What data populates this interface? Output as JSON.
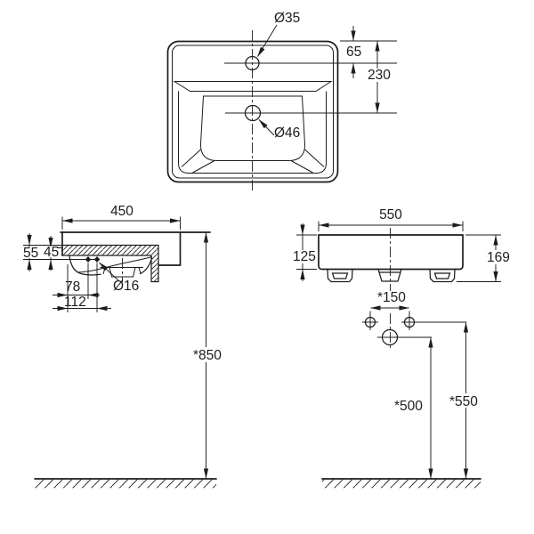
{
  "drawing": {
    "title": "wall-hung washbasin installation dimension drawing",
    "colors": {
      "line": "#1c1c1c",
      "background": "#ffffff"
    },
    "top_view": {
      "faucet_hole_label": "Ø35",
      "drain_hole_label": "Ø46",
      "faucet_offset_from_back": "65",
      "drain_offset_from_back": "230"
    },
    "side_view": {
      "depth": "450",
      "rim_to_fixing_upper": "55",
      "rim_to_fixing_lower": "45",
      "fixing_offset_a": "78",
      "fixing_offset_b": "112",
      "fixing_hole_label": "Ø16",
      "rim_height_above_floor": "*850"
    },
    "front_view": {
      "width": "550",
      "body_height": "125",
      "overall_height": "169",
      "bolt_spacing": "*150",
      "drain_outlet_height": "*500",
      "bolt_height": "*550"
    }
  }
}
